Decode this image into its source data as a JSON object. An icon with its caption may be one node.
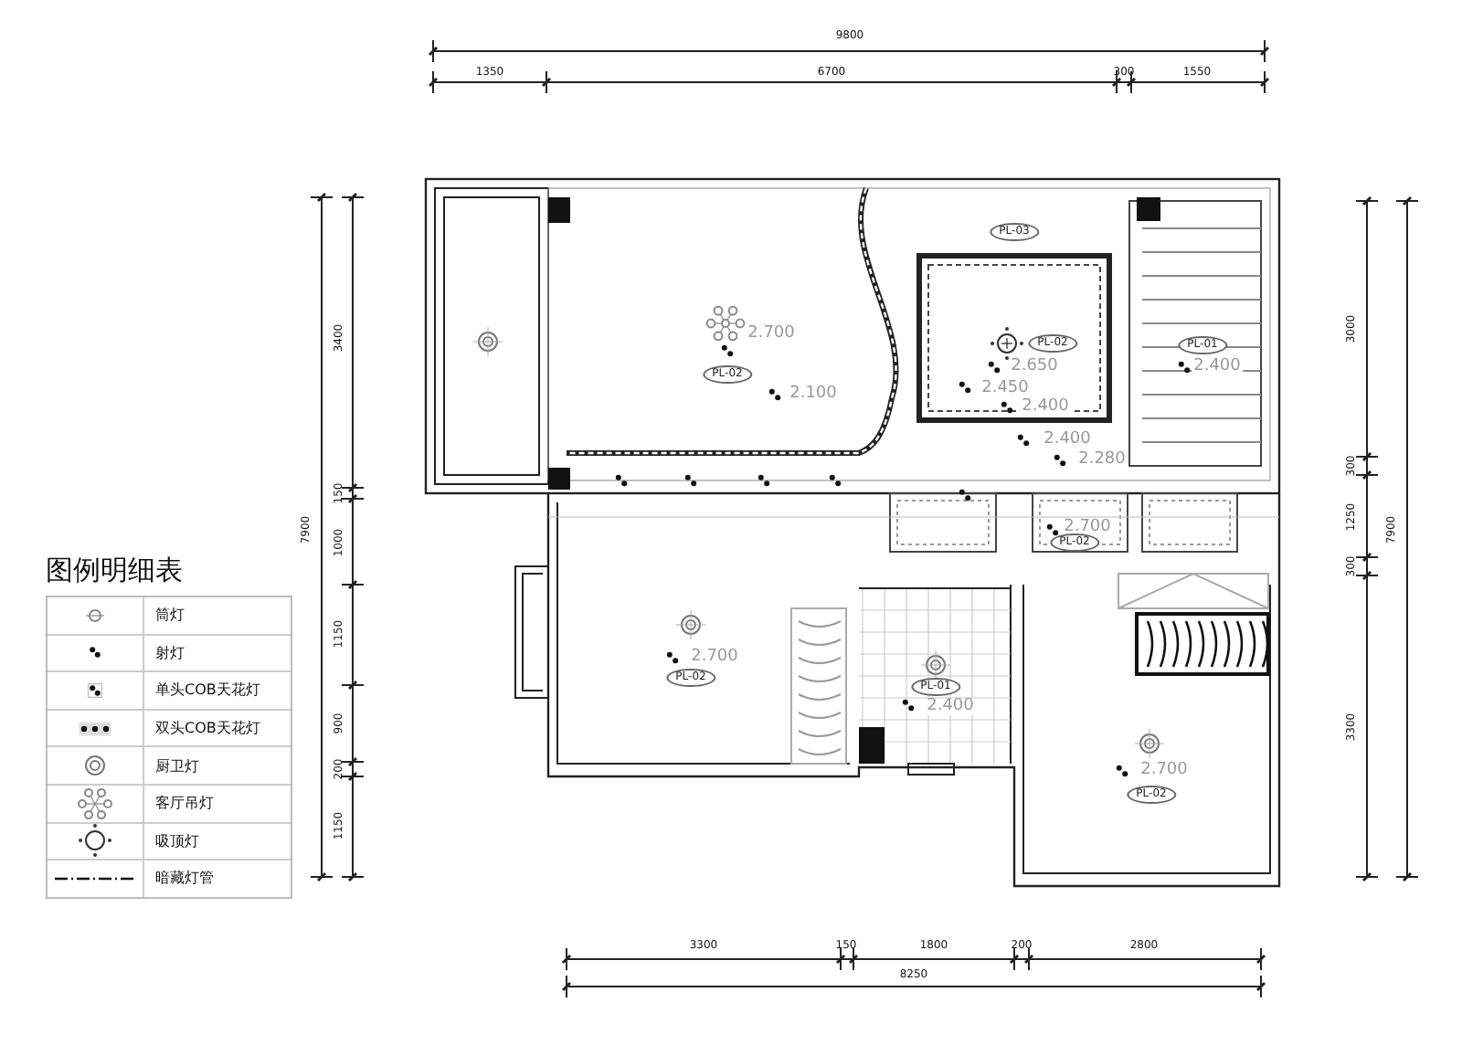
{
  "diagram": {
    "labels": [
      "9800",
      "1350",
      "6700",
      "300",
      "1550",
      "PL-03",
      "2.700",
      "PL-02",
      "PL-02",
      "2.650",
      "PL-01",
      "2.400",
      "2.100",
      "2.450",
      "2.400",
      "2.400",
      "2.280",
      "2.700",
      "PL-02",
      "2.700",
      "PL-02",
      "PL-01",
      "2.400",
      "2.700",
      "PL-02",
      "7900",
      "3400",
      "150",
      "1000",
      "1150",
      "900",
      "200",
      "1150",
      "3000",
      "300",
      "1250",
      "300",
      "3300",
      "7900",
      "3300",
      "150",
      "1800",
      "200",
      "2800",
      "8250",
      "图例明细表"
    ],
    "legend": [
      {
        "text": "筒灯"
      },
      {
        "text": "射灯"
      },
      {
        "text": "单头COB天花灯"
      },
      {
        "text": "双头COB天花灯"
      },
      {
        "text": "厨卫灯"
      },
      {
        "text": "客厅吊灯"
      },
      {
        "text": "吸顶灯"
      },
      {
        "text": "暗藏灯管"
      }
    ]
  }
}
